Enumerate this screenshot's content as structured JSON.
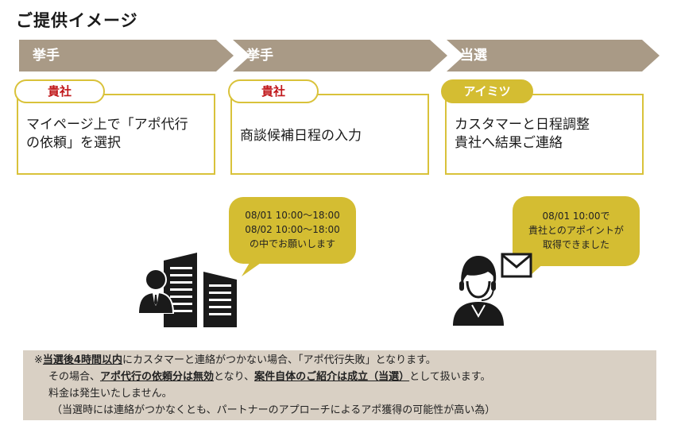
{
  "title": "ご提供イメージ",
  "steps": [
    {
      "label": "挙手",
      "pill": "貴社",
      "text_lines": [
        "マイページ上で「アポ代行",
        "の依頼」を選択"
      ]
    },
    {
      "label": "挙手",
      "pill": "貴社",
      "text_lines": [
        "商談候補日程の入力"
      ]
    },
    {
      "label": "当選",
      "pill": "アイミツ",
      "text_lines": [
        "カスタマーと日程調整",
        "貴社へ結果ご連絡"
      ]
    }
  ],
  "bubbles": {
    "company": [
      "08/01 10:00〜18:00",
      "08/02 10:00〜18:00",
      "の中でお願いします"
    ],
    "operator": [
      "08/01 10:00で",
      "貴社とのアポイントが",
      "取得できました"
    ]
  },
  "note": {
    "line1": {
      "prefix": "※",
      "emph1": "当選後4時間以内",
      "rest": "にカスタマーと連絡がつかない場合、「アポ代行失敗」となります。"
    },
    "line2": {
      "pre": "その場合、",
      "emph1": "アポ代行の依頼分は無効",
      "mid": "となり、",
      "emph2": "案件自体のご紹介は成立（当選）",
      "post": "として扱います。"
    },
    "line3": "料金は発生いたしません。",
    "line4": "（当選時には連絡がつかなくとも、パートナーのアプローチによるアポ獲得の可能性が高い為）"
  },
  "colors": {
    "arrow": "#a99a86",
    "gold": "#d4bd32",
    "pill_text_red": "#c0171a",
    "note_bg": "#d9d0c4"
  },
  "icons": [
    "building-icon",
    "businessman-icon",
    "operator-icon",
    "mail-icon"
  ]
}
